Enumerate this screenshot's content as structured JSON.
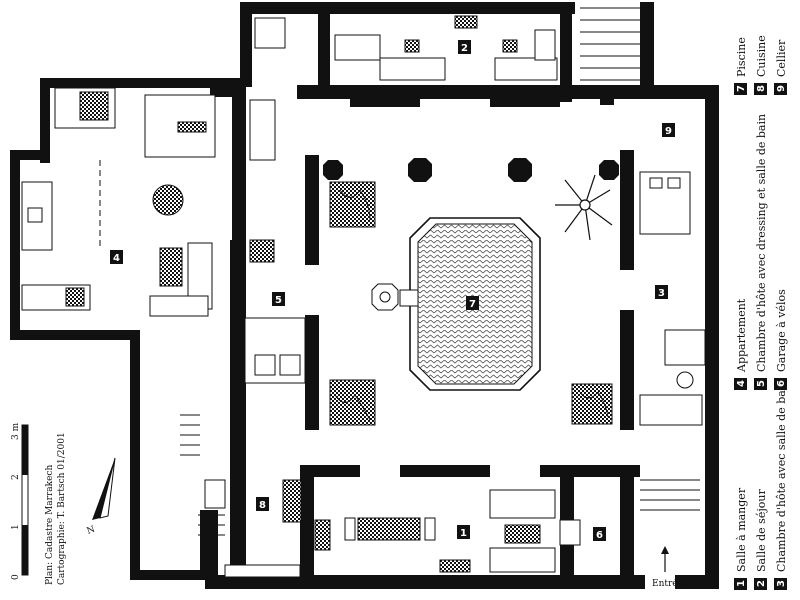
{
  "plan_labels": {
    "room_1": "1",
    "room_2": "2",
    "room_3": "3",
    "room_4": "4",
    "room_5": "5",
    "room_6": "6",
    "room_7": "7",
    "room_8": "8",
    "room_9": "9",
    "entrance": "Entrée",
    "north": "N"
  },
  "legend": {
    "col1": [
      {
        "num": "1",
        "text": "Salle à manger"
      },
      {
        "num": "2",
        "text": "Salle de séjour"
      },
      {
        "num": "3",
        "text": "Chambre d'hôte avec salle de bain"
      }
    ],
    "col2": [
      {
        "num": "4",
        "text": "Appartement"
      },
      {
        "num": "5",
        "text": "Chambre d'hôte avec dressing et salle de bain"
      },
      {
        "num": "6",
        "text": "Garage à vélos"
      }
    ],
    "col3": [
      {
        "num": "7",
        "text": "Piscine"
      },
      {
        "num": "8",
        "text": "Cuisine"
      },
      {
        "num": "9",
        "text": "Cellier"
      }
    ]
  },
  "credits": {
    "line1": "Plan: Cadastre Marrakech",
    "line2": "Cartographie: T. Bartsch 01/2001"
  },
  "scale": {
    "ticks": [
      "0",
      "1",
      "2",
      "3 m"
    ]
  }
}
